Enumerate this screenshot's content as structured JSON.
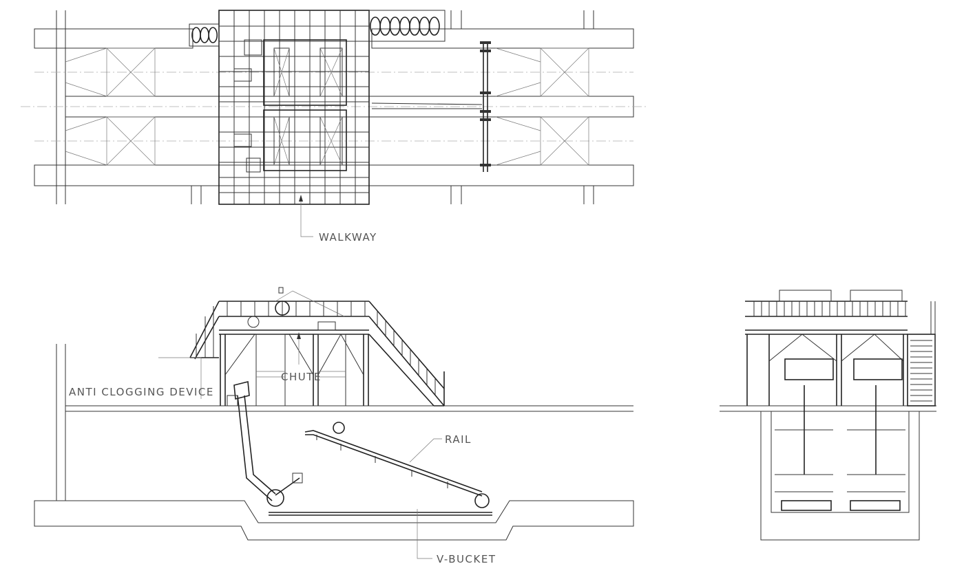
{
  "labels": {
    "walkway": "WALKWAY",
    "chute": "CHUTE",
    "anti_clogging_device": "ANTI CLOGGING DEVICE",
    "rail": "RAIL",
    "v_bucket": "V-BUCKET"
  },
  "colors": {
    "line": "#333333",
    "label": "#555555",
    "background": "#ffffff"
  }
}
